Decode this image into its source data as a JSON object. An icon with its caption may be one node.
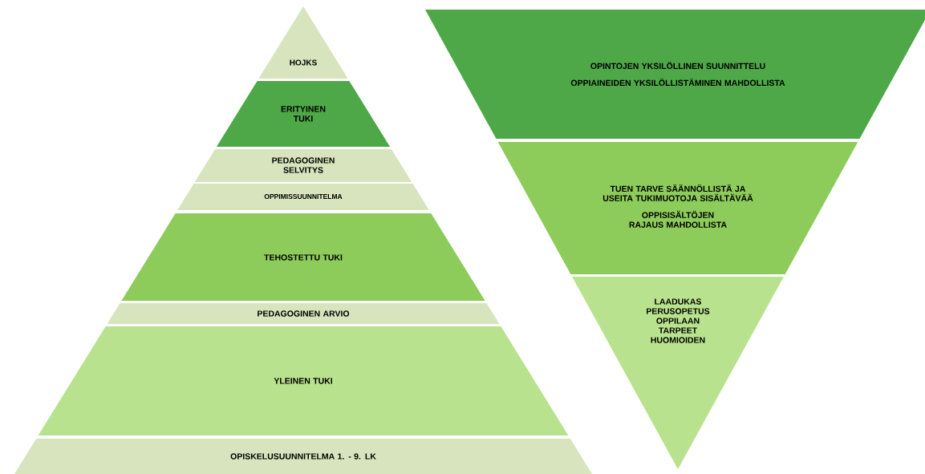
{
  "diagram": {
    "nodes": [
      {
        "text": [
          "HOJKS"
        ]
      },
      {
        "text": [
          "ERITYINEN TUKI"
        ]
      },
      {
        "text": [
          "PEDAGOGINEN SELVITYS"
        ]
      },
      {
        "text": [
          "OPPIMISSUUNNITELMA"
        ]
      },
      {
        "text": [
          "TEHOSTETTU TUKI"
        ]
      },
      {
        "text": [
          "PEDAGOGINEN ARVIO"
        ]
      },
      {
        "text": [
          "YLEINEN TUKI"
        ]
      },
      {
        "text": [
          "OPISKELUSUUNNITELMA 1. - 9. LK"
        ]
      },
      {
        "text": [
          "OPINTOJEN YKSILÖLLINEN SUUNNITTELU",
          "OPPIAINEIDEN YKSILÖLLISTÄMINEN MAHDOLLISTA"
        ]
      },
      {
        "text": [
          "TUEN TARVE SÄÄNNÖLLISTÄ JA USEITA TUKIMUOTOJA SISÄLTÄVÄÄ",
          "OPPISISÄLTÖJEN RAJAUS MAHDOLLISTA"
        ]
      },
      {
        "text": [
          "LAADUKAS PERUSOPETUS OPPILAAN TARPEET HUOMIOIDEN"
        ]
      }
    ]
  }
}
